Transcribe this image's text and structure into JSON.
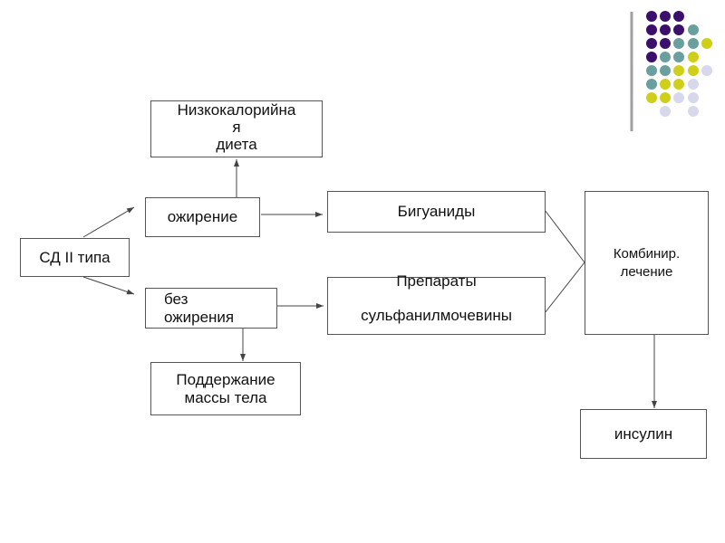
{
  "boxes": {
    "sd2": "СД II типа",
    "diet": [
      "Низкокалорийна",
      "я",
      "диета"
    ],
    "obesity": "ожирение",
    "no_obesity": [
      "без",
      "ожирения"
    ],
    "maintain": [
      "Поддержание",
      "массы тела"
    ],
    "biguanides": "Бигуаниды",
    "sulfonyl": [
      "Препараты",
      "",
      "сульфанилмочевины"
    ],
    "combined": [
      "Комбинир.",
      "лечение"
    ],
    "insulin": "инсулин"
  },
  "colors": {
    "purple": "#3b0f6b",
    "teal": "#6a9fa0",
    "yellow": "#cfcf1a",
    "lavender": "#d8d8ec",
    "line": "#a0a0a0"
  },
  "dot_grid": [
    [
      "P",
      "P",
      "P",
      "",
      ""
    ],
    [
      "P",
      "P",
      "P",
      "T",
      ""
    ],
    [
      "P",
      "P",
      "T",
      "T",
      "Y"
    ],
    [
      "P",
      "T",
      "T",
      "Y",
      ""
    ],
    [
      "T",
      "T",
      "Y",
      "Y",
      "L"
    ],
    [
      "T",
      "Y",
      "Y",
      "L",
      ""
    ],
    [
      "Y",
      "Y",
      "L",
      "L",
      ""
    ],
    [
      "",
      "L",
      "",
      "L",
      ""
    ]
  ]
}
